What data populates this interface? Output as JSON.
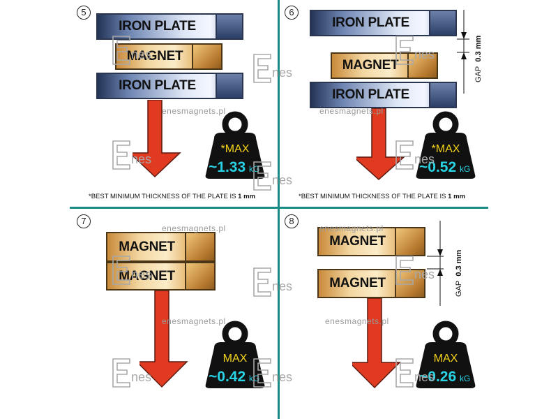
{
  "colors": {
    "divider": "#1a8a86",
    "arrow_red": "#e03a20",
    "weight_text_max_yellow": "#f2d21a",
    "weight_text_value_cyan": "#28d3e6"
  },
  "watermark": {
    "url": "enesmagnets.pl",
    "logo_text": "nes"
  },
  "labels": {
    "iron_plate": "IRON PLATE",
    "magnet": "MAGNET",
    "kg_unit": "kG"
  },
  "panels": [
    {
      "number": "5",
      "layers": [
        "IRON PLATE",
        "MAGNET",
        "IRON PLATE"
      ],
      "weight_max": "*MAX",
      "weight_value": "~1.33",
      "note_prefix": "*BEST MINIMUM THICKNESS OF THE PLATE IS ",
      "note_bold": "1 mm"
    },
    {
      "number": "6",
      "layers": [
        "IRON PLATE",
        "MAGNET",
        "IRON PLATE"
      ],
      "weight_max": "*MAX",
      "weight_value": "~0.52",
      "gap_word": "GAP",
      "gap_value": "0.3 mm",
      "note_prefix": "*BEST MINIMUM THICKNESS OF THE PLATE IS ",
      "note_bold": "1 mm"
    },
    {
      "number": "7",
      "layers": [
        "MAGNET",
        "MAGNET"
      ],
      "weight_max": "MAX",
      "weight_value": "~0.42"
    },
    {
      "number": "8",
      "layers": [
        "MAGNET",
        "MAGNET"
      ],
      "weight_max": "MAX",
      "weight_value": "~0.26",
      "gap_word": "GAP",
      "gap_value": "0.3 mm"
    }
  ]
}
